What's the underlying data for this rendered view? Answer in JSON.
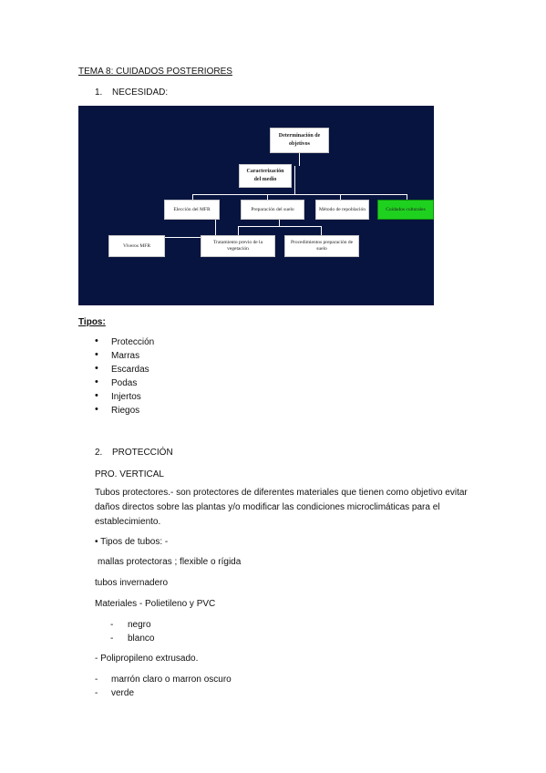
{
  "heading": "TEMA 8: CUIDADOS POSTERIORES",
  "section1": {
    "number": "1.",
    "title": "NECESIDAD:"
  },
  "diagram": {
    "nodes": {
      "objetivos": "Determinación de objetivos",
      "caracterizacion": "Caracterización del medio",
      "eleccion": "Elección del MFR",
      "preparacion": "Preparación del suelo",
      "metodo": "Método de repoblación",
      "cuidados": "Cuidados culturales",
      "viveros": "Viveros MFR",
      "tratamiento": "Tratamiento previo de la vegetación",
      "procedimientos": "Procedimientos preparación de suelo"
    }
  },
  "tipos": {
    "label": "Tipos:",
    "items": [
      "Protección",
      "Marras",
      "Escardas",
      "Podas",
      "Injertos",
      "Riegos"
    ]
  },
  "section2": {
    "number": "2.",
    "title": "PROTECCIÓN"
  },
  "subtitle": "PRO. VERTICAL",
  "paragraph": "Tubos protectores.- son protectores de diferentes materiales que tienen como objetivo evitar daños directos sobre las plantas y/o modificar las condiciones microclimáticas para el establecimiento.",
  "tipos_tubos": "• Tipos de tubos: -",
  "mallas": "mallas protectoras ; flexible o rígida",
  "invernadero": "tubos invernadero",
  "materiales": "Materiales - Polietileno y PVC",
  "materiales_items": [
    "negro",
    "blanco"
  ],
  "polipropileno": "- Polipropileno extrusado.",
  "polipropileno_items": [
    "marrón claro o marron oscuro",
    "verde"
  ],
  "dash_symbol": "-",
  "bullet_symbol": "•"
}
